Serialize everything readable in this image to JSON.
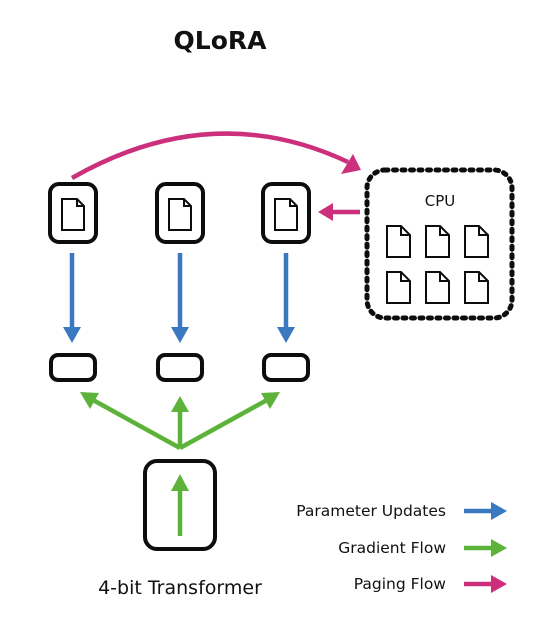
{
  "title": "QLoRA",
  "base_model": {
    "label": "4-bit Transformer"
  },
  "cpu": {
    "label": "CPU",
    "page_count": 6
  },
  "legend": [
    {
      "label": "Parameter Updates",
      "color": "#3a78c0"
    },
    {
      "label": "Gradient Flow",
      "color": "#5db33a"
    },
    {
      "label": "Paging Flow",
      "color": "#cc2f7c"
    }
  ],
  "colors": {
    "parameter_updates": "#3a78c0",
    "gradient_flow": "#5db33a",
    "paging_flow": "#cc2f7c",
    "outline": "#0d0d0d"
  },
  "optimizer_states": {
    "count": 3,
    "icon": "document-icon"
  },
  "adapters": {
    "count": 3
  }
}
